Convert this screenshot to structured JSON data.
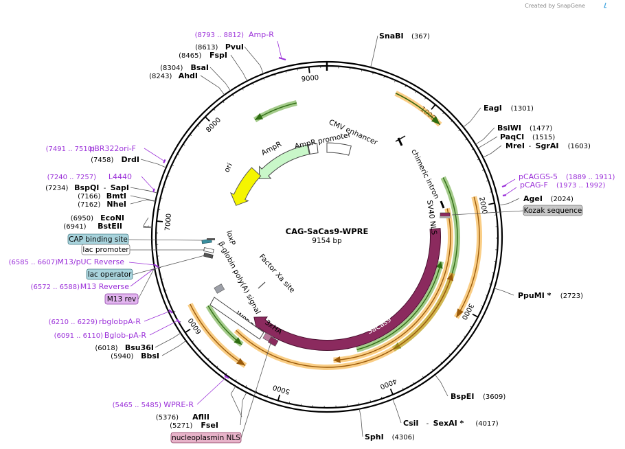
{
  "watermark": "Created by SnapGene",
  "plasmid": {
    "name": "CAG-SaCas9-WPRE",
    "size": "9154 bp"
  },
  "ticks": [
    "1000",
    "2000",
    "3000",
    "4000",
    "5000",
    "6000",
    "7000",
    "8000",
    "9000"
  ],
  "enzymes": [
    {
      "name": "SnaBI",
      "pos": "(367)"
    },
    {
      "name": "EagI",
      "pos": "(1301)"
    },
    {
      "name": "BsiWI",
      "pos": "(1477)"
    },
    {
      "name": "PaqCI",
      "pos": "(1515)"
    },
    {
      "name": "MreI",
      "sep": "-",
      "name2": "SgrAI",
      "pos": "(1603)"
    },
    {
      "name": "AgeI",
      "pos": "(2024)"
    },
    {
      "name": "PpuMI *",
      "pos": "(2723)"
    },
    {
      "name": "BspEI",
      "pos": "(3609)"
    },
    {
      "name": "CsiI",
      "sep": "-",
      "name2": "SexAI *",
      "pos": "(4017)"
    },
    {
      "name": "SphI",
      "pos": "(4306)"
    },
    {
      "name": "FseI",
      "pos": "(5271)"
    },
    {
      "name": "AflII",
      "pos": "(5376)"
    },
    {
      "name": "BbsI",
      "pos": "(5940)"
    },
    {
      "name": "Bsu36I",
      "pos": "(6018)"
    },
    {
      "name": "BstEII",
      "pos": "(6941)"
    },
    {
      "name": "EcoNI",
      "pos": "(6950)"
    },
    {
      "name": "NheI",
      "pos": "(7162)"
    },
    {
      "name": "BmtI",
      "pos": "(7166)"
    },
    {
      "name": "BspQI",
      "sep": "-",
      "name2": "SapI",
      "pos": "(7234)"
    },
    {
      "name": "DrdI",
      "pos": "(7458)"
    },
    {
      "name": "AhdI",
      "pos": "(8243)"
    },
    {
      "name": "BsaI",
      "pos": "(8304)"
    },
    {
      "name": "FspI",
      "pos": "(8465)"
    },
    {
      "name": "PvuI",
      "pos": "(8613)"
    }
  ],
  "primers": [
    {
      "name": "Amp-R",
      "range": "(8793 .. 8812)"
    },
    {
      "name": "pBR322ori-F",
      "range": "(7491 .. 7510)"
    },
    {
      "name": "L4440",
      "range": "(7240 .. 7257)"
    },
    {
      "name": "pCAGGS-5",
      "range": "(1889 .. 1911)"
    },
    {
      "name": "pCAG-F",
      "range": "(1973 .. 1992)"
    },
    {
      "name": "M13/pUC Reverse",
      "range": "(6585 .. 6607)"
    },
    {
      "name": "M13 Reverse",
      "range": "(6572 .. 6588)"
    },
    {
      "name": "rbglobpA-R",
      "range": "(6210 .. 6229)"
    },
    {
      "name": "Bglob-pA-R",
      "range": "(6091 .. 6110)"
    },
    {
      "name": "WPRE-R",
      "range": "(5465 .. 5485)"
    }
  ],
  "boxed_labels": {
    "kozak": "Kozak sequence",
    "cap": "CAP binding site",
    "lac_promoter": "lac promoter",
    "lac_operator": "lac operator",
    "m13rev": "M13 rev",
    "nls": "nucleoplasmin NLS"
  },
  "features": {
    "cmv": "CMV enhancer",
    "ampr_promoter": "AmpR promoter",
    "ampr": "AmpR",
    "ori": "ori",
    "chimeric_intron": "chimeric intron",
    "sv40_nls": "SV40 NLS",
    "sacas9": "SaCas9",
    "loxp": "loxP",
    "bglobin": "β-globin poly(A) signal",
    "factor_xa": "Factor Xa site",
    "wpre": "WPRE",
    "hafag": "3xHA"
  },
  "colors": {
    "ampr": "#c9f7c9",
    "ori": "#f5f500",
    "sacas9": "#8b2a5e",
    "orf_orange": "#f5a623",
    "orf_green": "#5aa02c",
    "primer": "#9b30d9",
    "cap_box": "#a9d4dd",
    "kozak_box": "#c8c8c8",
    "m13rev_box": "#e2b5ef",
    "nls_box": "#e7b3c9"
  }
}
